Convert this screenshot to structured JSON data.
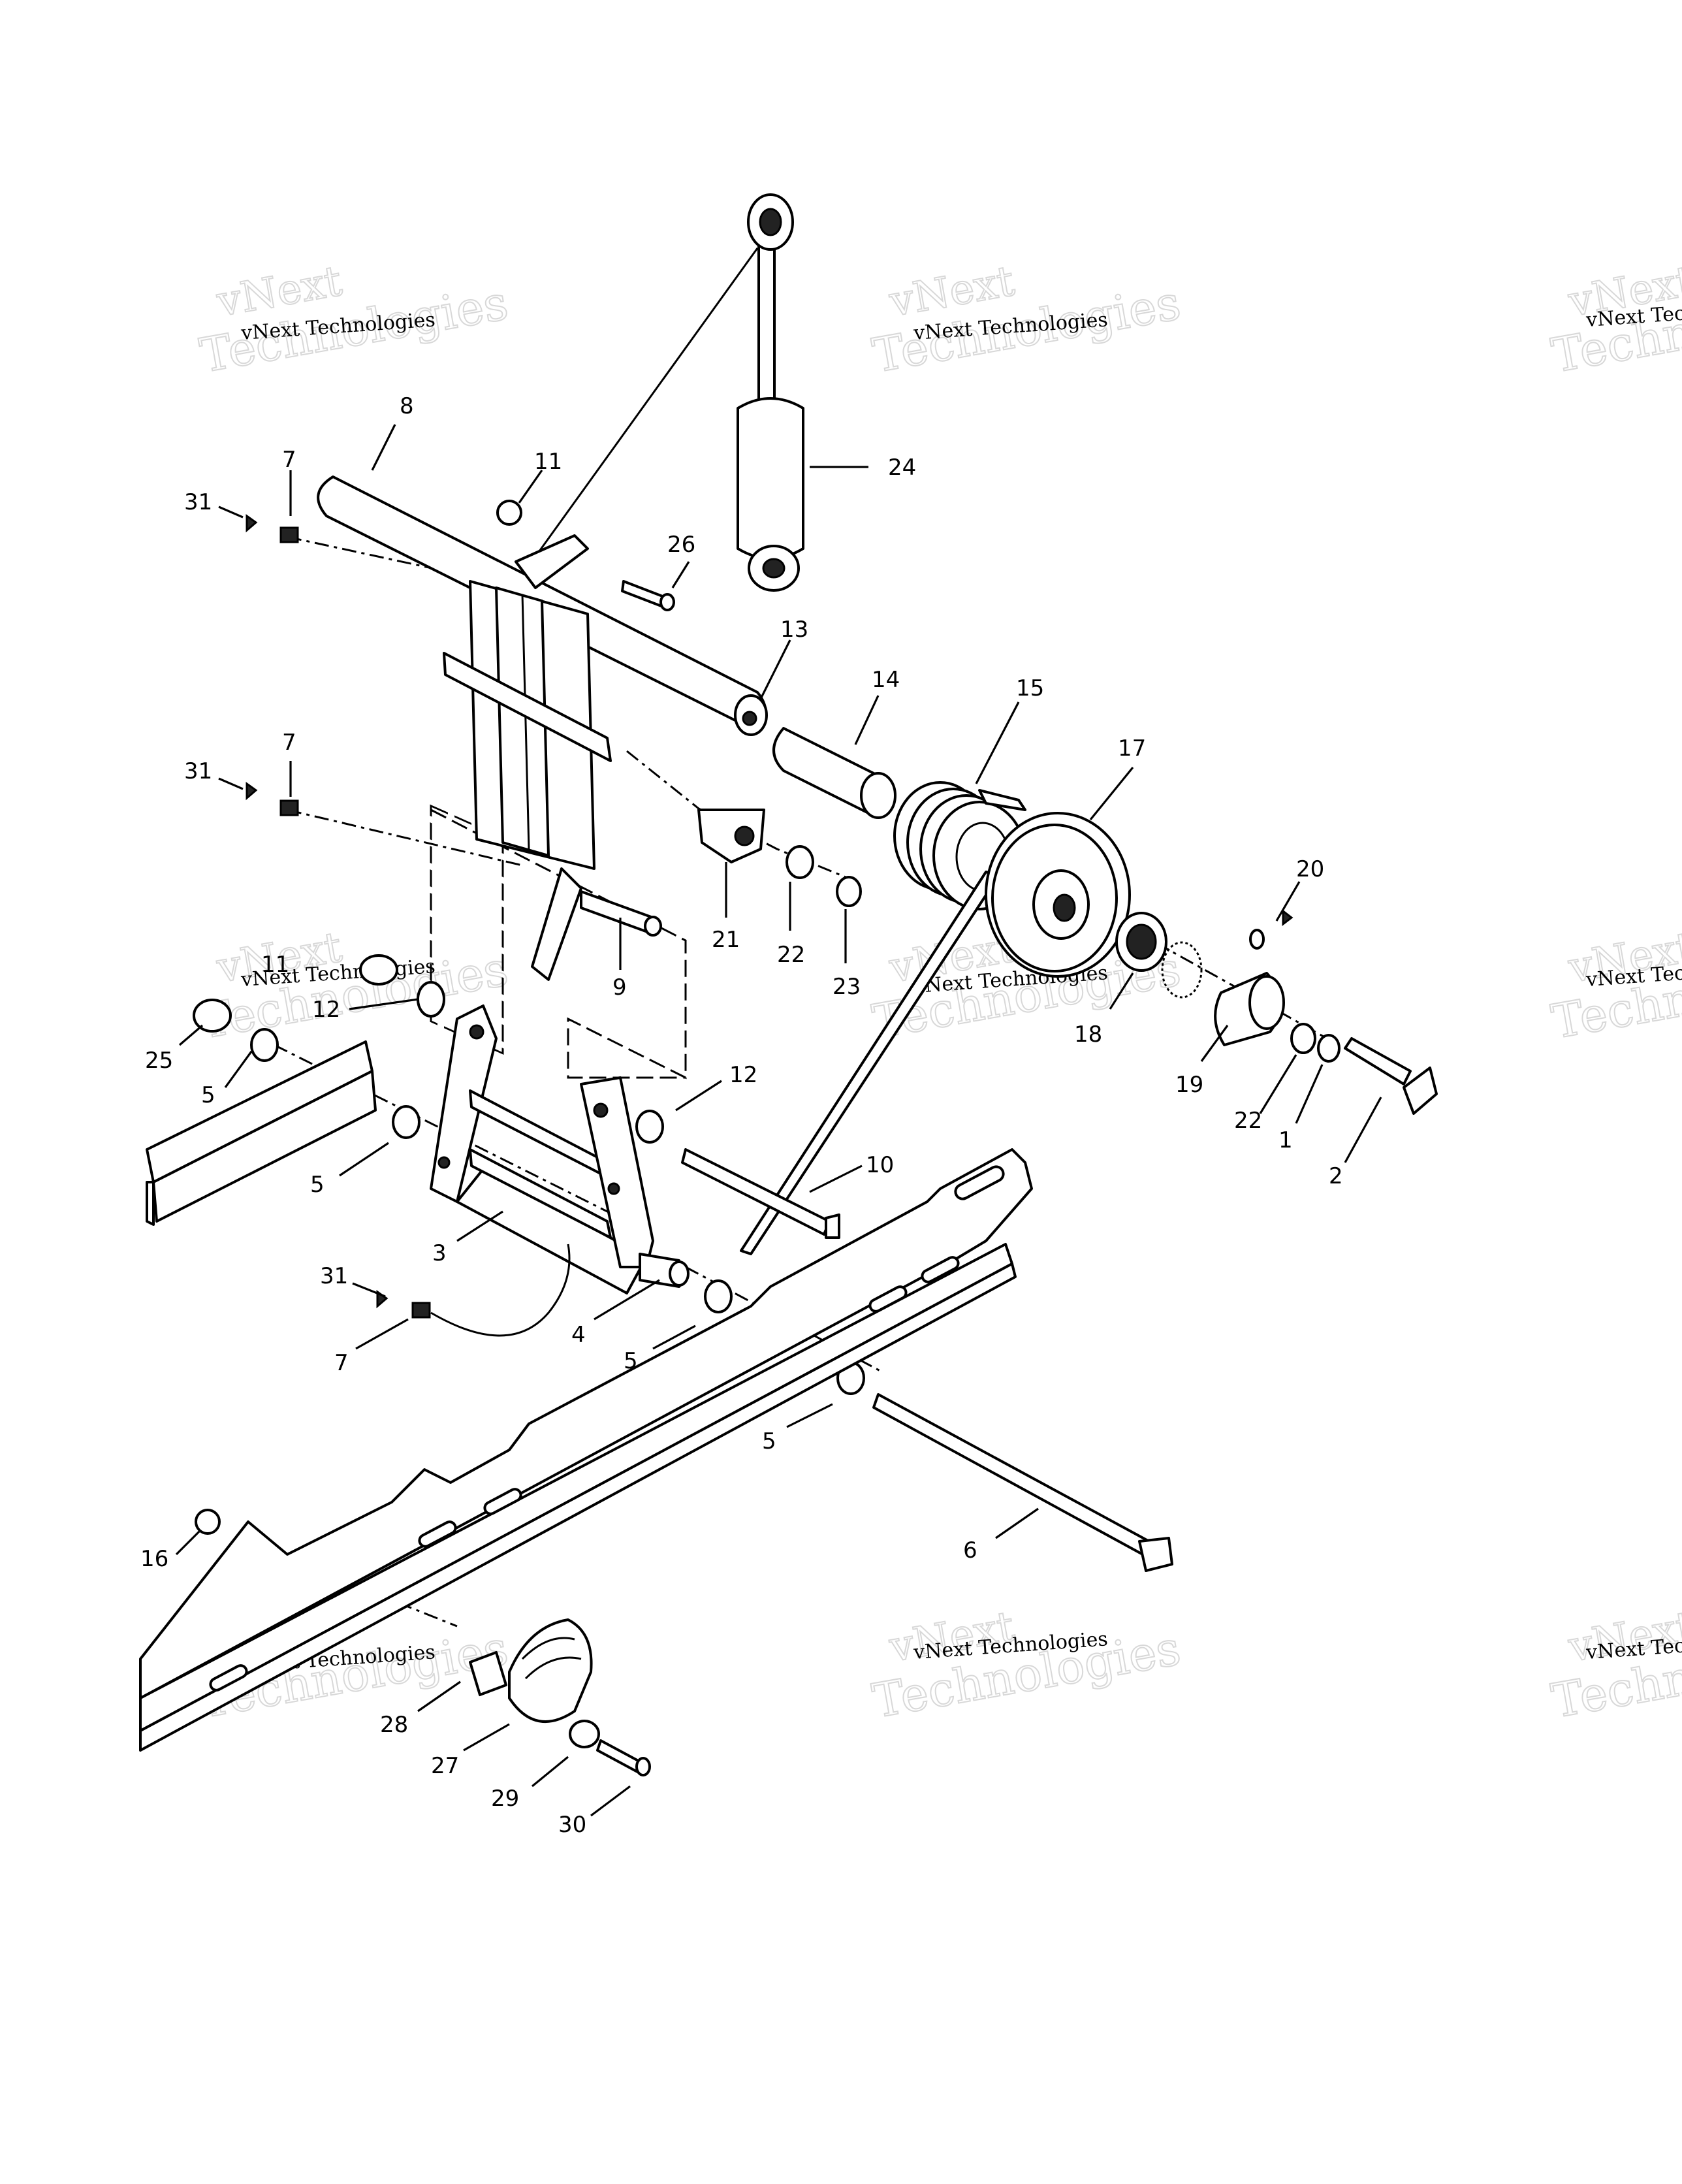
{
  "watermark": {
    "line1": "vNext",
    "line2": "vNext Technologies",
    "line3": "Technologies"
  },
  "callouts": [
    {
      "id": "c-8",
      "text": "8"
    },
    {
      "id": "c-7a",
      "text": "7"
    },
    {
      "id": "c-31a",
      "text": "31"
    },
    {
      "id": "c-11a",
      "text": "11"
    },
    {
      "id": "c-26",
      "text": "26"
    },
    {
      "id": "c-24",
      "text": "24"
    },
    {
      "id": "c-13",
      "text": "13"
    },
    {
      "id": "c-14",
      "text": "14"
    },
    {
      "id": "c-15",
      "text": "15"
    },
    {
      "id": "c-17",
      "text": "17"
    },
    {
      "id": "c-7b",
      "text": "7"
    },
    {
      "id": "c-31b",
      "text": "31"
    },
    {
      "id": "c-21",
      "text": "21"
    },
    {
      "id": "c-22a",
      "text": "22"
    },
    {
      "id": "c-23",
      "text": "23"
    },
    {
      "id": "c-9",
      "text": "9"
    },
    {
      "id": "c-20",
      "text": "20"
    },
    {
      "id": "c-18",
      "text": "18"
    },
    {
      "id": "c-19",
      "text": "19"
    },
    {
      "id": "c-22b",
      "text": "22"
    },
    {
      "id": "c-1",
      "text": "1"
    },
    {
      "id": "c-2",
      "text": "2"
    },
    {
      "id": "c-11b",
      "text": "11"
    },
    {
      "id": "c-12a",
      "text": "12"
    },
    {
      "id": "c-25",
      "text": "25"
    },
    {
      "id": "c-5a",
      "text": "5"
    },
    {
      "id": "c-5b",
      "text": "5"
    },
    {
      "id": "c-12b",
      "text": "12"
    },
    {
      "id": "c-10",
      "text": "10"
    },
    {
      "id": "c-3",
      "text": "3"
    },
    {
      "id": "c-31c",
      "text": "31"
    },
    {
      "id": "c-7c",
      "text": "7"
    },
    {
      "id": "c-4",
      "text": "4"
    },
    {
      "id": "c-5c",
      "text": "5"
    },
    {
      "id": "c-5d",
      "text": "5"
    },
    {
      "id": "c-6",
      "text": "6"
    },
    {
      "id": "c-16",
      "text": "16"
    },
    {
      "id": "c-28",
      "text": "28"
    },
    {
      "id": "c-27",
      "text": "27"
    },
    {
      "id": "c-29",
      "text": "29"
    },
    {
      "id": "c-30",
      "text": "30"
    }
  ]
}
